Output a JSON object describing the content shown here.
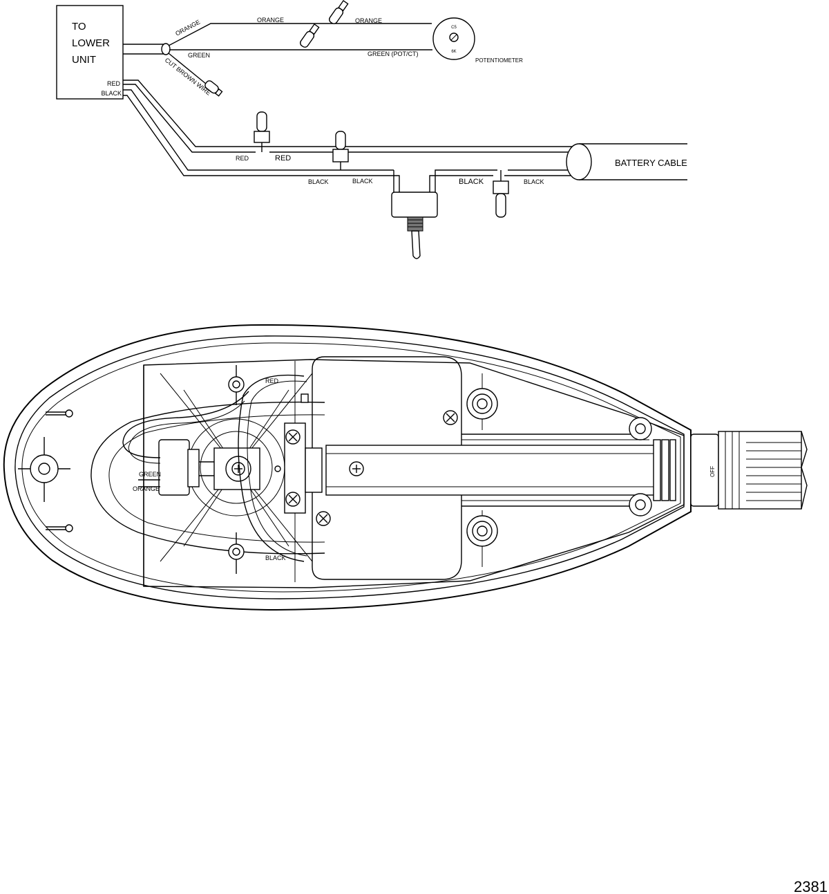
{
  "lower_unit": {
    "line1": "TO",
    "line2": "LOWER",
    "line3": "UNIT"
  },
  "wires": {
    "orange": "ORANGE",
    "green": "GREEN",
    "green_pot": "GREEN (POT/CT)",
    "cut_brown": "CUT BROWN WIRE",
    "red": "RED",
    "black": "BLACK"
  },
  "potentiometer": {
    "label": "POTENTIOMETER",
    "top_marking": "C5",
    "bottom_marking": "6K"
  },
  "battery_cable": "BATTERY CABLE",
  "head_labels": {
    "red": "RED",
    "green": "GREEN",
    "orange": "ORANGE",
    "black": "BLACK",
    "off": "OFF"
  },
  "figure_number": "2381"
}
